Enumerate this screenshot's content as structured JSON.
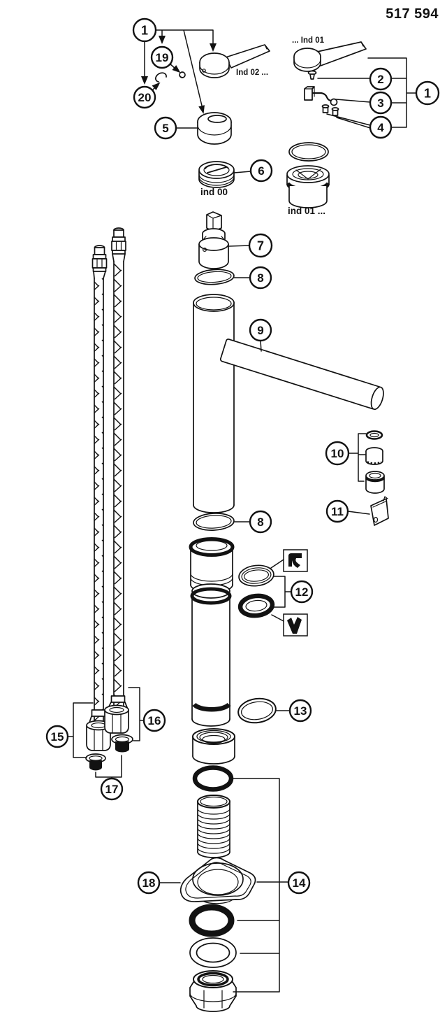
{
  "page": {
    "background": "#ffffff",
    "ink": "#121212"
  },
  "header": {
    "doc_number": "517 594"
  },
  "variant_labels": {
    "top_handle_right": "... Ind 01",
    "top_handle_left": "Ind 02 ...",
    "aerator_left": "ind 00",
    "aerator_right": "ind 01 ..."
  },
  "callouts": {
    "c1_left": "1",
    "c19": "19",
    "c20": "20",
    "c5": "5",
    "c6": "6",
    "c7": "7",
    "c8_upper": "8",
    "c9": "9",
    "c8_lower": "8",
    "c10": "10",
    "c11": "11",
    "c12": "12",
    "c13": "13",
    "c14": "14",
    "c15": "15",
    "c16": "16",
    "c17": "17",
    "c18": "18",
    "c2": "2",
    "c3": "3",
    "c4": "4",
    "c1_right": "1"
  }
}
